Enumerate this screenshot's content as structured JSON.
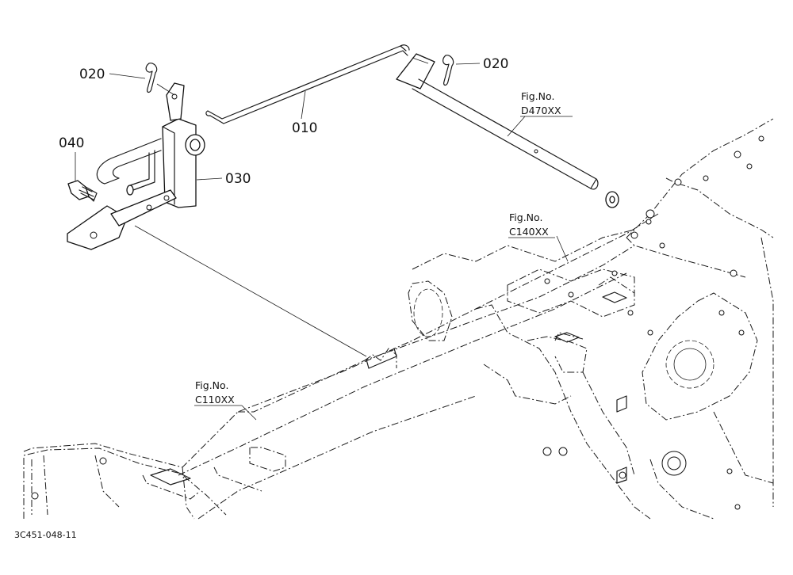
{
  "parts": {
    "p010": "010",
    "p020a": "020",
    "p020b": "020",
    "p030": "030",
    "p040": "040"
  },
  "figure_refs": {
    "d470": {
      "caption": "Fig.No.",
      "code": "D470XX"
    },
    "c140": {
      "caption": "Fig.No.",
      "code": "C140XX"
    },
    "c110": {
      "caption": "Fig.No.",
      "code": "C110XX"
    }
  },
  "drawing_code": "3C451-048-11"
}
